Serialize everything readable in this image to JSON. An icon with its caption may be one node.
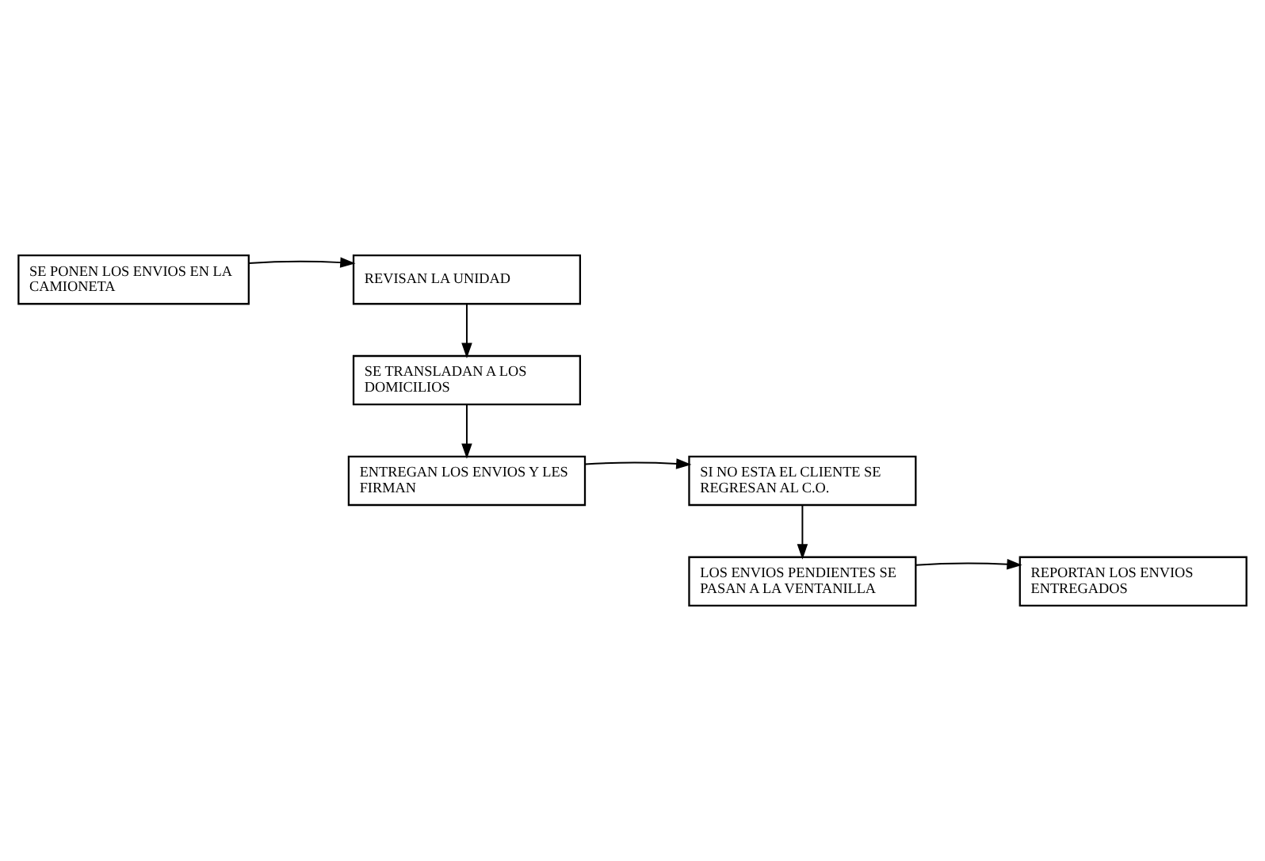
{
  "diagram": {
    "nodes": [
      {
        "text": [
          "SE PONEN LOS ENVIOS EN LA CAMIONETA"
        ]
      },
      {
        "text": [
          "REVISAN LA UNIDAD"
        ]
      },
      {
        "text": [
          "SE TRANSLADAN A LOS DOMICILIOS"
        ]
      },
      {
        "text": [
          "SI NO ESTA EL CLIENTE SE REGRESAN AL C.O."
        ]
      },
      {
        "text": [
          "ENTREGAN LOS ENVIOS Y LES FIRMAN"
        ]
      },
      {
        "text": [
          "LOS ENVIOS PENDIENTES SE PASAN A LA VENTANILLA"
        ]
      },
      {
        "text": [
          "REPORTAN LOS ENVIOS ENTREGADOS"
        ]
      }
    ],
    "edges": [
      {
        "from": 0,
        "to": 1,
        "arrow": "to"
      },
      {
        "from": 1,
        "to": 2,
        "arrow": "to"
      },
      {
        "from": 2,
        "to": 4,
        "arrow": "to"
      },
      {
        "from": 4,
        "to": 3,
        "arrow": "to"
      },
      {
        "from": 3,
        "to": 5,
        "arrow": "to"
      },
      {
        "from": 5,
        "to": 6,
        "arrow": "to"
      }
    ]
  }
}
